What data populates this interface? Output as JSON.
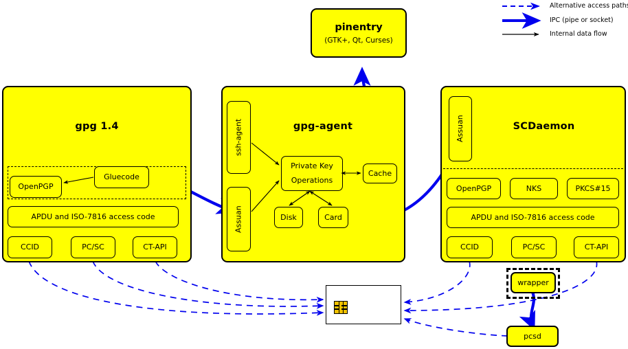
{
  "legend": {
    "items": [
      {
        "label": "Alternative access paths",
        "style": "dashed-blue-arrow",
        "color": "#0000ee"
      },
      {
        "label": "IPC (pipe or socket)",
        "style": "thick-blue-arrow",
        "color": "#0000ee"
      },
      {
        "label": "Internal data flow",
        "style": "thin-black-arrow",
        "color": "#000000"
      }
    ]
  },
  "pinentry": {
    "title": "pinentry",
    "subtitle": "(GTK+, Qt, Curses)"
  },
  "gpg": {
    "title": "gpg 1.4",
    "nodes": {
      "openpgp": "OpenPGP",
      "gluecode": "Gluecode",
      "apdu": "APDU and ISO-7816 access code",
      "ccid": "CCID",
      "pcsc": "PC/SC",
      "ctapi": "CT-API"
    }
  },
  "agent": {
    "title": "gpg-agent",
    "nodes": {
      "ssh_agent": "ssh-agent",
      "assuan": "Assuan",
      "private_key_line1": "Private Key",
      "private_key_line2": "Operations",
      "cache": "Cache",
      "disk": "Disk",
      "card": "Card"
    }
  },
  "scdaemon": {
    "title": "SCDaemon",
    "nodes": {
      "assuan": "Assuan",
      "openpgp": "OpenPGP",
      "nks": "NKS",
      "pkcs15": "PKCS#15",
      "apdu": "APDU and ISO-7816 access code",
      "ccid": "CCID",
      "pcsc": "PC/SC",
      "ctapi": "CT-API"
    }
  },
  "external": {
    "wrapper": "wrapper",
    "pcscd": "pcsd"
  },
  "smartcard": {
    "name": "smart-card"
  },
  "colors": {
    "node_fill": "#ffff00",
    "ipc_blue": "#0000ee",
    "outline": "#000000",
    "card_fill": "#ffffff",
    "chip_gold": "#f2c200"
  }
}
